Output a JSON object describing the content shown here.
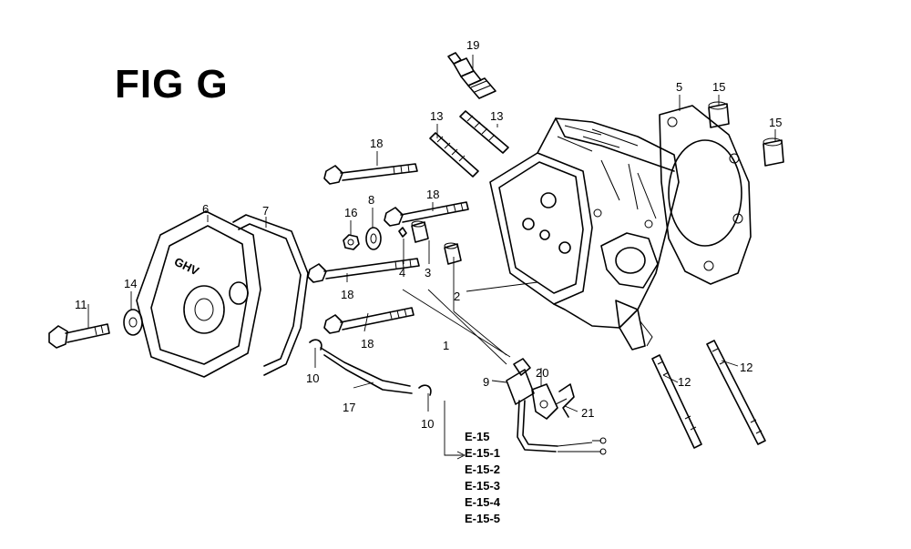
{
  "figure": {
    "title": "FIG G",
    "callouts": [
      "19",
      "13",
      "13",
      "18",
      "5",
      "15",
      "15",
      "16",
      "8",
      "18",
      "6",
      "7",
      "4",
      "3",
      "2",
      "14",
      "11",
      "18",
      "18",
      "1",
      "10",
      "17",
      "9",
      "20",
      "12",
      "12",
      "21",
      "10"
    ],
    "references": [
      "E-15",
      "E-15-1",
      "E-15-2",
      "E-15-3",
      "E-15-4",
      "E-15-5"
    ],
    "logo_text": "GHV"
  }
}
